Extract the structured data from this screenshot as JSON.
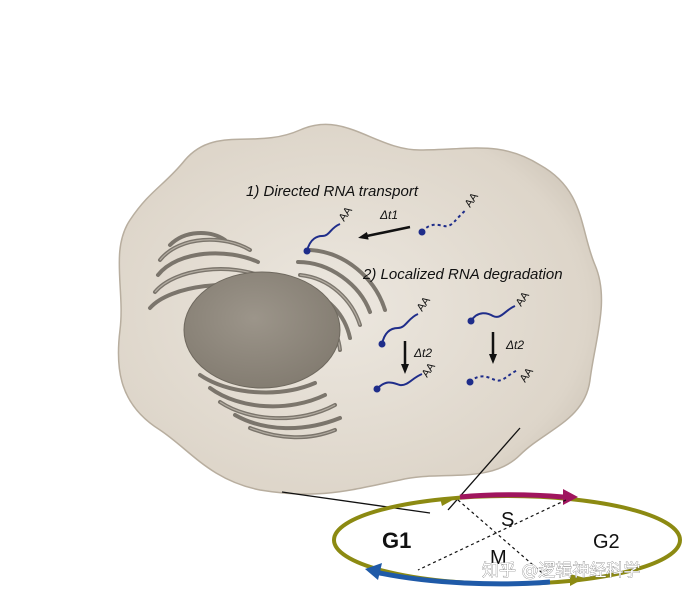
{
  "labels": {
    "transport": "1) Directed RNA transport",
    "degradation": "2) Localized RNA degradation",
    "dt1": "Δt1",
    "dt2": "Δt2",
    "aa": "AA"
  },
  "cell_cycle": {
    "g1": "G1",
    "s": "S",
    "g2": "G2",
    "m": "M"
  },
  "watermark": "知乎 @逻辑神经科学",
  "colors": {
    "rna": "#1f2d8a",
    "cell_fill": "#e2dbd0",
    "nucleus": "#8e877c",
    "olive": "#8c8a12",
    "magenta": "#a0155e",
    "blue": "#1f5aa8"
  }
}
